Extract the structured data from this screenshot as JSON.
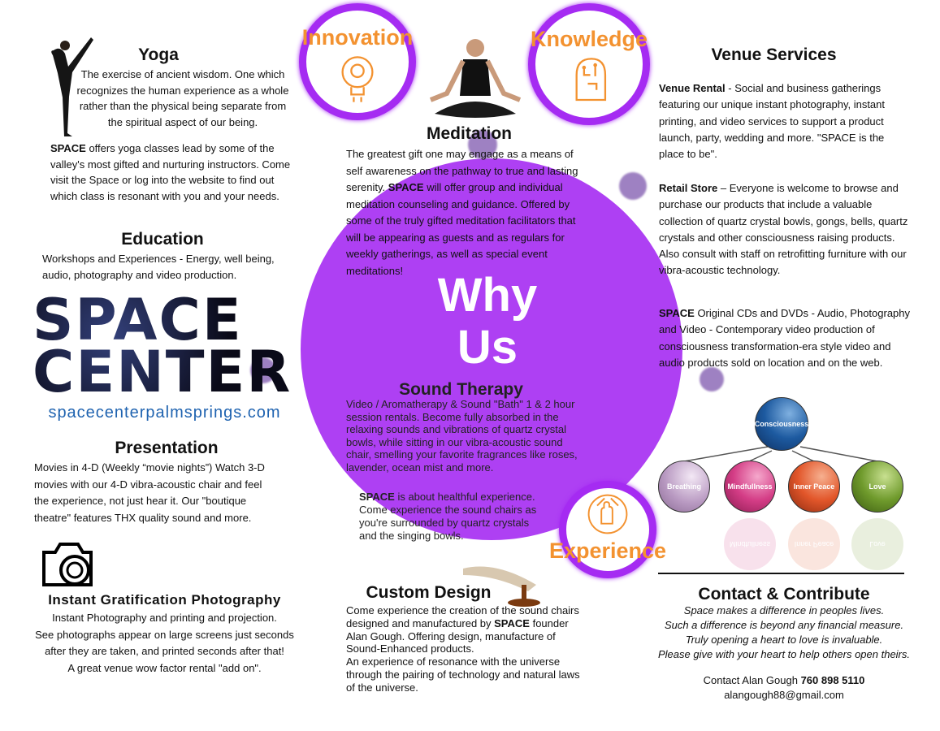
{
  "yoga": {
    "title": "Yoga",
    "intro": "The exercise of ancient wisdom. One which recognizes the human experience as a whole rather than the physical being separate from the spiritual aspect of our being.",
    "brand": "SPACE",
    "body": " offers yoga classes lead by some of the valley's most gifted and nurturing instructors. Come visit the Space or log into the website to find out which class is resonant with you and your needs."
  },
  "education": {
    "title": "Education",
    "body": "Workshops and Experiences - Energy, well being, audio, photography and video production."
  },
  "logo": {
    "line1": "SPACE",
    "line2": "CENTER",
    "url": "spacecenterpalmsprings.com"
  },
  "presentation": {
    "title": "Presentation",
    "body": "Movies in 4-D  (Weekly “movie nights”) Watch 3-D movies with our 4-D vibra-acoustic chair and feel the experience, not just hear it. Our \"boutique theatre\" features THX quality sound and more."
  },
  "photography": {
    "title": "Instant Gratification Photography",
    "lines": [
      "Instant Photography and printing and projection.",
      "See photographs appear on large screens just seconds",
      "after they are taken, and printed seconds after that!",
      "A great venue wow factor rental \"add on\"."
    ]
  },
  "meditation": {
    "title": "Meditation",
    "body1": "The greatest gift one may engage as a means of self awareness on the pathway to true and lasting serenity. ",
    "brand": "SPACE",
    "body2": " will offer group and individual meditation counseling and guidance. Offered by some of the truly gifted meditation facilitators that will be appearing as guests and as regulars for  weekly gatherings, as well as special event meditations!"
  },
  "why_us": {
    "line1": "Why",
    "line2": "Us"
  },
  "sound_therapy": {
    "title": "Sound Therapy",
    "body": "Video / Aromatherapy & Sound \"Bath\" 1 & 2 hour session rentals. Become fully absorbed in the relaxing sounds and vibrations of quartz crystal bowls, while sitting in our vibra-acoustic sound chair, smelling your favorite fragrances like roses, lavender, ocean mist and more.",
    "brand": "SPACE",
    "body2": " is about healthful experience. Come experience the sound chairs as you're surrounded by quartz crystals and the singing bowls."
  },
  "custom_design": {
    "title": "Custom Design",
    "body1": "Come experience the creation of the sound chairs designed and manufactured by ",
    "brand": "SPACE",
    "body2": " founder Alan Gough. Offering design, manufacture of Sound-Enhanced products.",
    "body3": "An experience of resonance with the universe through the pairing of technology and natural laws of the universe."
  },
  "venue": {
    "title": "Venue Services",
    "rental_label": "Venue Rental",
    "rental_body": " -  Social and business gatherings featuring our unique instant photography, instant printing, and video services to support a product launch, party, wedding and more. \"SPACE is the place to be\".",
    "retail_label": "Retail Store",
    "retail_body": " – Everyone is welcome to browse and purchase our products that include a valuable collection of quartz crystal bowls, gongs, bells, quartz crystals and other consciousness raising products.",
    "retail_body2": "Also consult with staff on retrofitting furniture with our vibra-acoustic technology.",
    "cd_brand": "SPACE",
    "cd_body": " Original CDs and DVDs  - Audio, Photography and Video - Contemporary video production of consciousness transformation-era style video and audio products sold on location and on the web."
  },
  "diagram": {
    "root": "Consciousness",
    "children": [
      "Breathing",
      "Mindfullness",
      "Inner Peace",
      "Love"
    ],
    "colors": {
      "root": "#1d5aa0",
      "children": [
        "#e6d6ea",
        "#d43d86",
        "#e2562a",
        "#6f9a2c"
      ]
    }
  },
  "badges": {
    "innovation": "Innovation",
    "experience": "Experience",
    "knowledge": "Knowledge"
  },
  "contact": {
    "title": "Contact & Contribute",
    "lines": [
      "Space makes a difference in peoples lives.",
      "Such a difference is beyond any financial measure.",
      "Truly opening a heart to love is invaluable.",
      "Please give with your heart to help others open theirs."
    ],
    "contact_label": "Contact  Alan Gough  ",
    "phone": "760 898 5110",
    "email": "alangough88@gmail.com"
  },
  "colors": {
    "purple": "#a52bf2",
    "orange": "#f39230",
    "url_blue": "#1f63b0"
  }
}
